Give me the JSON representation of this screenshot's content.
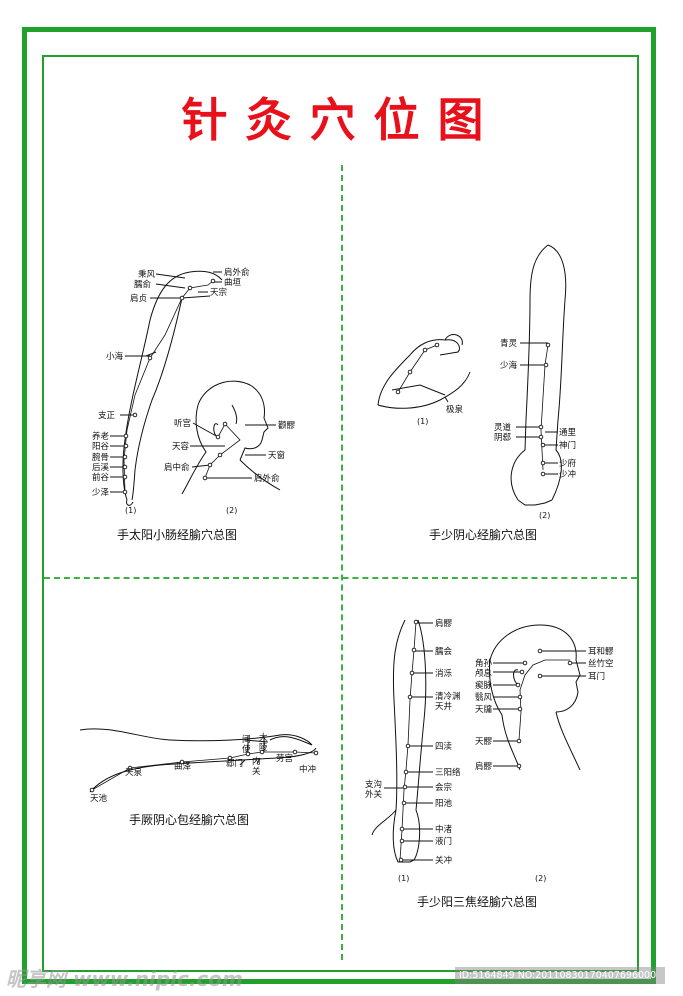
{
  "title": "针灸穴位图",
  "panels": [
    {
      "caption": "手太阳小肠经腧穴总图",
      "figure_numbers": [
        "(1)",
        "(2)"
      ],
      "points": [
        "秉风",
        "臑俞",
        "肩贞",
        "肩外俞",
        "曲垣",
        "天宗",
        "小海",
        "支正",
        "养老",
        "阳谷",
        "腕骨",
        "后溪",
        "前谷",
        "少泽",
        "听宫",
        "颧髎",
        "天容",
        "天窗",
        "肩中俞",
        "肩外俞"
      ]
    },
    {
      "caption": "手少阴心经腧穴总图",
      "figure_numbers": [
        "(1)",
        "(2)"
      ],
      "points": [
        "极泉",
        "青灵",
        "少海",
        "灵道",
        "阴郄",
        "通里",
        "神门",
        "少府",
        "少冲"
      ]
    },
    {
      "caption": "手厥阴心包经腧穴总图",
      "points": [
        "天池",
        "天泉",
        "曲泽",
        "郄门",
        "间",
        "使",
        "大",
        "陵",
        "内",
        "关",
        "劳宫",
        "中冲"
      ]
    },
    {
      "caption": "手少阳三焦经腧穴总图",
      "figure_numbers": [
        "(1)",
        "(2)"
      ],
      "points": [
        "肩髎",
        "臑会",
        "消泺",
        "清冷渊",
        "天井",
        "四渎",
        "三阳络",
        "会宗",
        "支沟",
        "外关",
        "阳池",
        "中渚",
        "液门",
        "关冲",
        "角孙",
        "颅息",
        "瘈脉",
        "翳风",
        "天牖",
        "天髎",
        "肩髎",
        "耳和髎",
        "丝竹空",
        "耳门"
      ]
    }
  ],
  "watermark": {
    "left": "昵享网 www.nipic.com",
    "right": "ID:5164849 NO:20110830170407696000"
  },
  "colors": {
    "frame": "#1fa12c",
    "title": "#e8101a",
    "divider": "#3cb043"
  }
}
